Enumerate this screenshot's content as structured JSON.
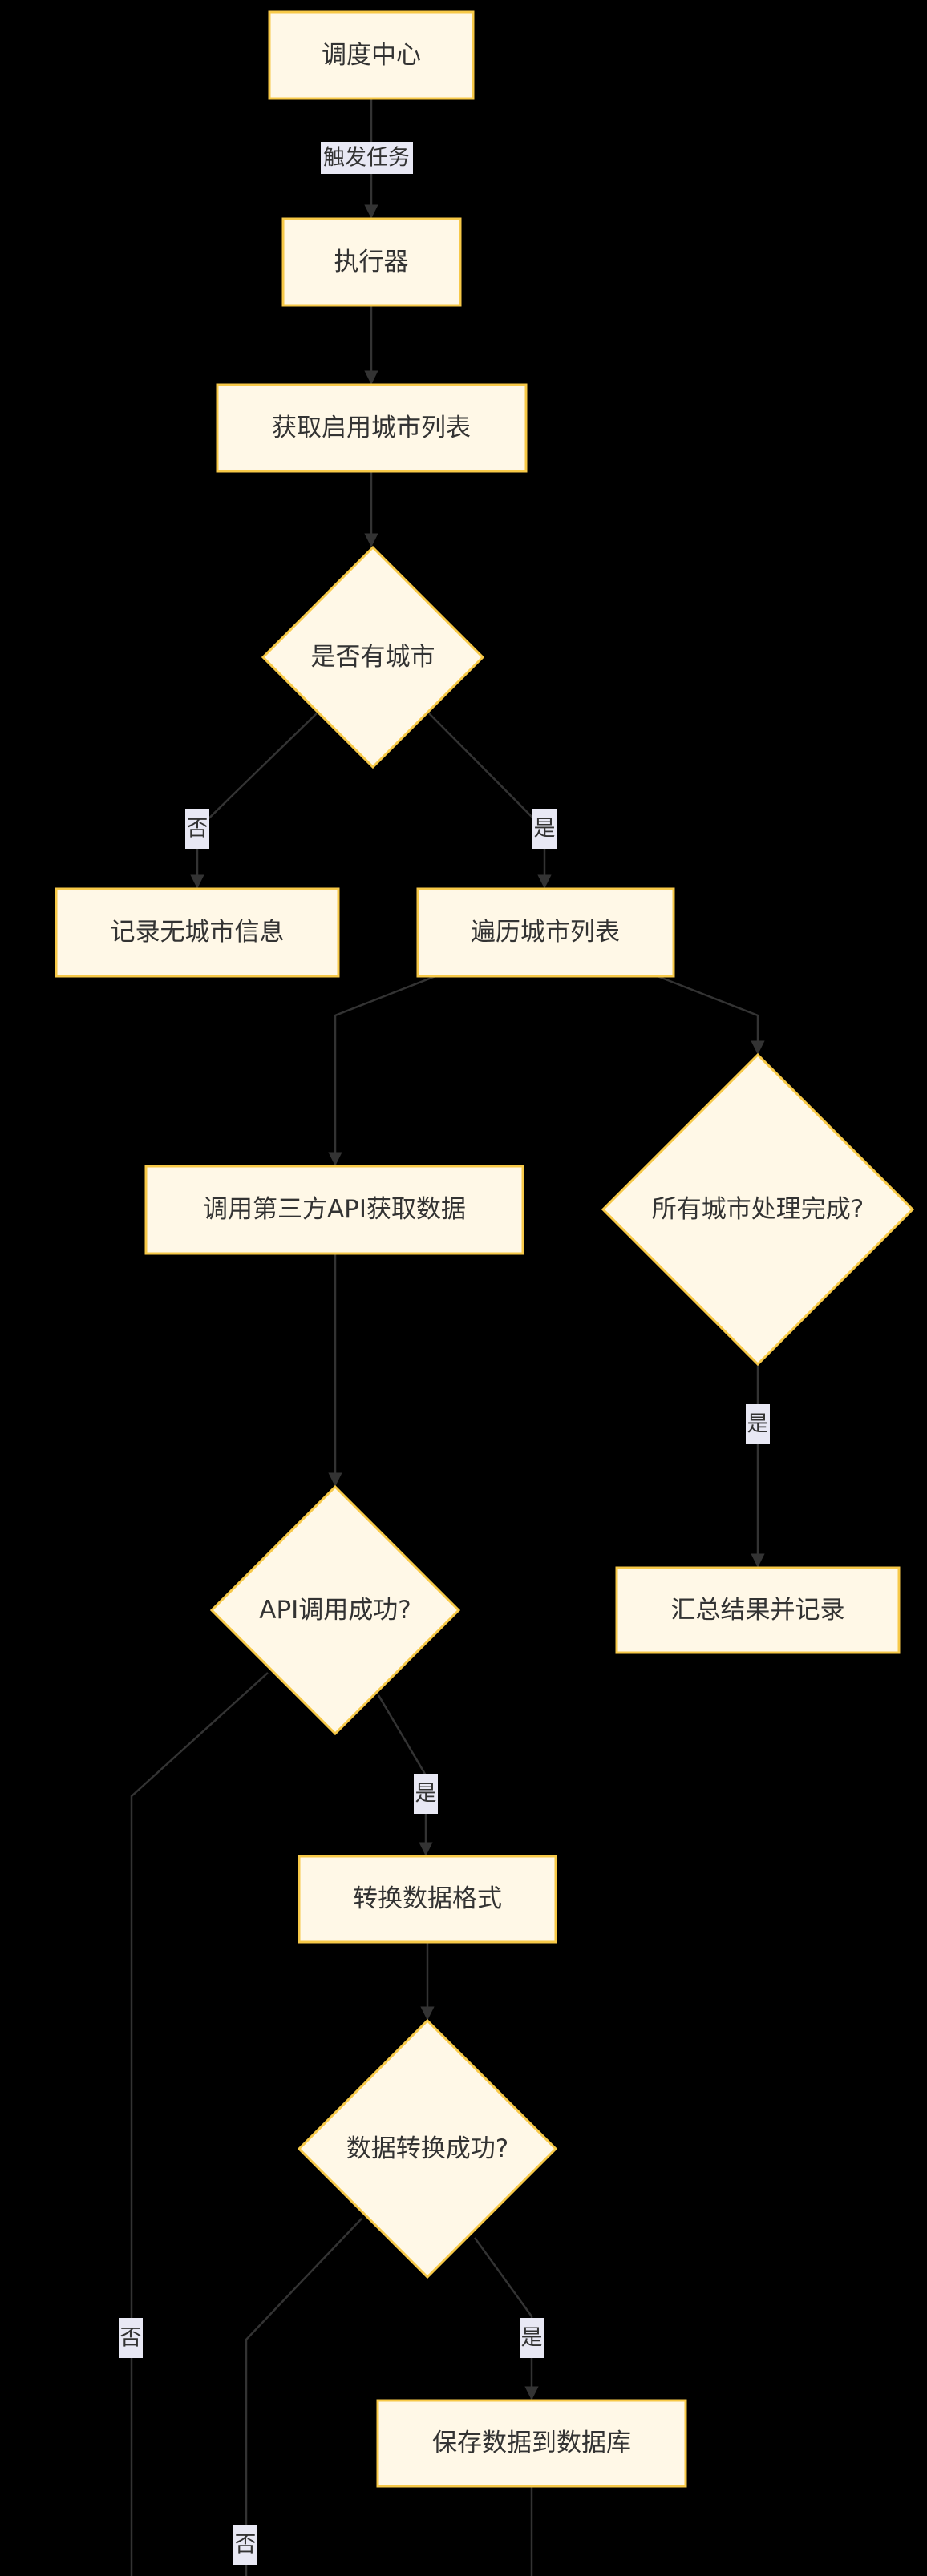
{
  "nodes": {
    "scheduler": "调度中心",
    "executor": "执行器",
    "get_cities": "获取启用城市列表",
    "has_cities": "是否有城市",
    "no_cities": "记录无城市信息",
    "iterate": "遍历城市列表",
    "call_api": "调用第三方API获取数据",
    "all_done": "所有城市处理完成?",
    "summary": "汇总结果并记录",
    "api_ok": "API调用成功?",
    "convert": "转换数据格式",
    "convert_ok": "数据转换成功?",
    "save": "保存数据到数据库"
  },
  "edge_labels": {
    "trigger": "触发任务",
    "has_no": "否",
    "has_yes": "是",
    "done_yes": "是",
    "api_no": "否",
    "api_yes": "是",
    "convert_yes": "是",
    "convert_no": "否"
  },
  "colors": {
    "node_fill": "#fff8e7",
    "node_stroke": "#f7c948",
    "edge": "#333333",
    "label_bg": "#e8e8f4",
    "background": "#000000"
  }
}
